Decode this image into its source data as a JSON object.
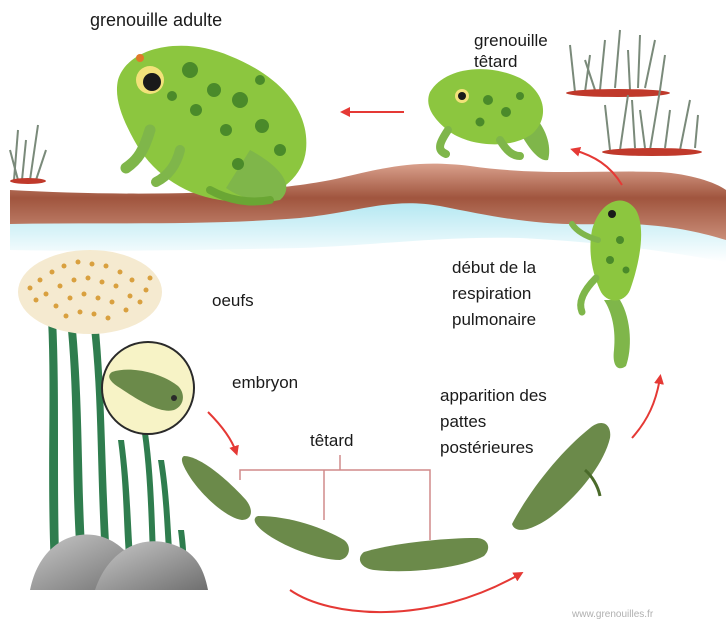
{
  "labels": {
    "adult": "grenouille adulte",
    "froglet": [
      "grenouille",
      "têtard"
    ],
    "lungs": [
      "début de la",
      "respiration",
      "pulmonaire"
    ],
    "eggs": "oeufs",
    "embryo": "embryon",
    "tadpole": "têtard",
    "legs": [
      "apparition des",
      "pattes",
      "postérieures"
    ],
    "credit": "www.grenouilles.fr"
  },
  "colors": {
    "frog": "#8cc63f",
    "frog_spot": "#4a8a2a",
    "arrow": "#e53935",
    "water": "#a8e4f0",
    "bank": "#a0553e",
    "reed": "#2f7d4e",
    "rock": "#9a9a9a"
  }
}
